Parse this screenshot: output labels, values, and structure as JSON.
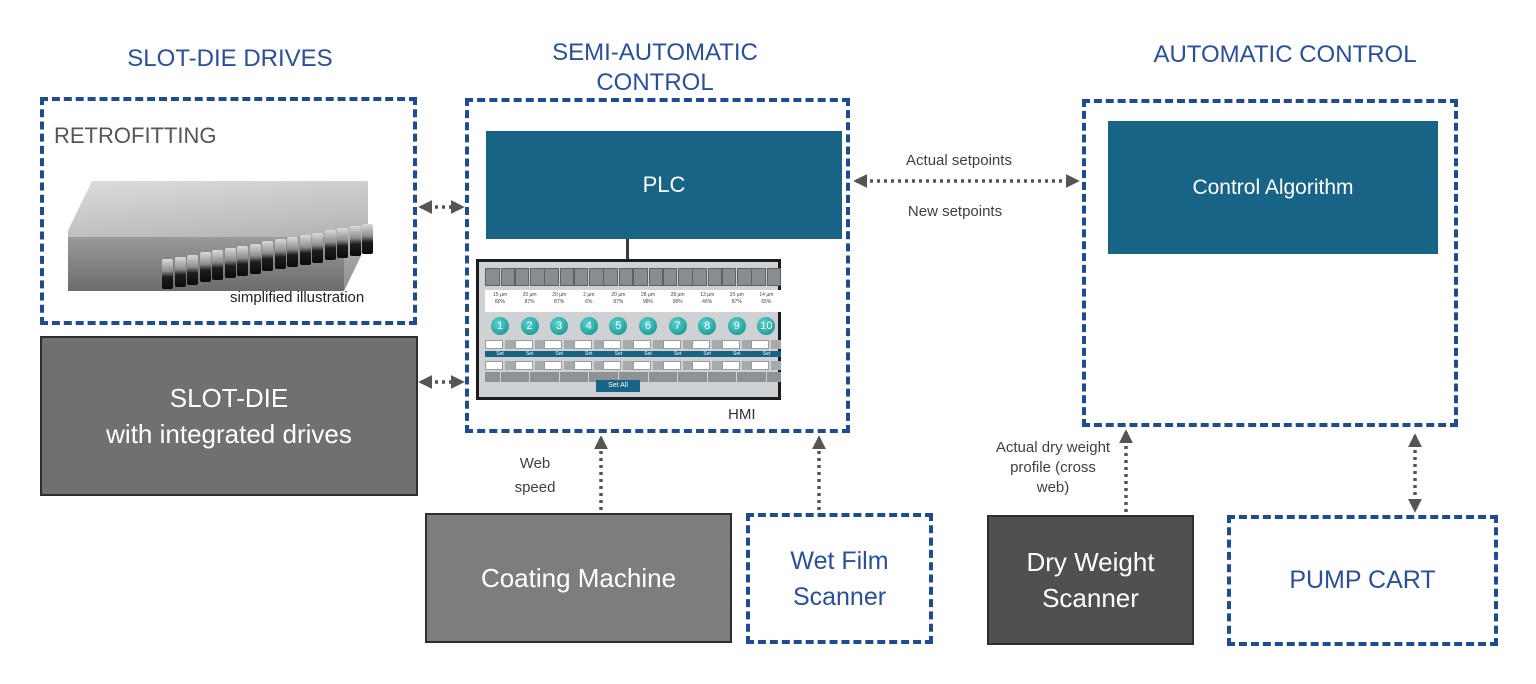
{
  "sections": {
    "slot_die_drives": "SLOT-DIE DRIVES",
    "semi_automatic_control_line1": "SEMI-AUTOMATIC",
    "semi_automatic_control_line2": "CONTROL",
    "automatic_control": "AUTOMATIC CONTROL"
  },
  "retrofitting": {
    "title": "RETROFITTING",
    "caption": "simplified illustration"
  },
  "slot_die": {
    "line1": "SLOT-DIE",
    "line2": "with integrated drives"
  },
  "plc": {
    "label": "PLC"
  },
  "hmi": {
    "label": "HMI",
    "set_all": "Set All",
    "channels": [
      {
        "n": "1",
        "thick": "15 µm",
        "pct": "80%"
      },
      {
        "n": "2",
        "thick": "20 µm",
        "pct": "87%"
      },
      {
        "n": "3",
        "thick": "20 µm",
        "pct": "87%"
      },
      {
        "n": "4",
        "thick": "2 µm",
        "pct": "6%"
      },
      {
        "n": "5",
        "thick": "20 µm",
        "pct": "87%"
      },
      {
        "n": "6",
        "thick": "28 µm",
        "pct": "98%"
      },
      {
        "n": "7",
        "thick": "28 µm",
        "pct": "98%"
      },
      {
        "n": "8",
        "thick": "13 µm",
        "pct": "46%"
      },
      {
        "n": "9",
        "thick": "20 µm",
        "pct": "87%"
      },
      {
        "n": "10",
        "thick": "14 µm",
        "pct": "65%"
      }
    ],
    "set_label": "Set"
  },
  "control_algorithm": {
    "label": "Control Algorithm"
  },
  "edges": {
    "actual_setpoints": "Actual setpoints",
    "new_setpoints": "New setpoints",
    "web_speed_line1": "Web",
    "web_speed_line2": "speed",
    "dry_weight_line1": "Actual dry weight",
    "dry_weight_line2": "profile (cross",
    "dry_weight_line3": "web)"
  },
  "coating_machine": {
    "label": "Coating Machine"
  },
  "wet_film_scanner": {
    "line1": "Wet Film",
    "line2": "Scanner"
  },
  "dry_weight_scanner": {
    "line1": "Dry Weight",
    "line2": "Scanner"
  },
  "pump_cart": {
    "label": "PUMP CART"
  },
  "colors": {
    "dashed_border": "#1f4b93",
    "title_blue": "#2a4f9c",
    "teal_box": "#176487",
    "gray_box": "#707070",
    "coating_gray": "#7d7d7d",
    "dark_gray": "#505050"
  }
}
